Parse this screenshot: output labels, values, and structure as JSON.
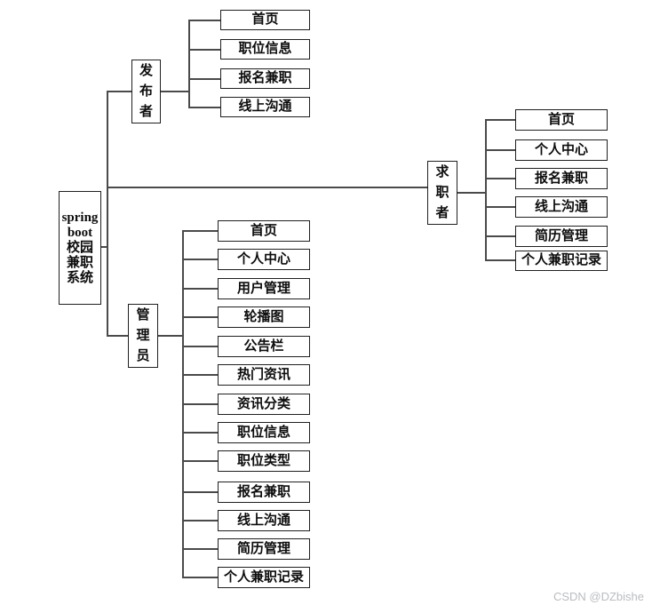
{
  "diagram": {
    "root": {
      "lines": [
        "spring",
        "boot",
        "校园",
        "兼职",
        "系统"
      ]
    },
    "roles": [
      {
        "label": "发布者",
        "children": [
          "首页",
          "职位信息",
          "报名兼职",
          "线上沟通"
        ]
      },
      {
        "label": "求职者",
        "children": [
          "首页",
          "个人中心",
          "报名兼职",
          "线上沟通",
          "简历管理",
          "个人兼职记录"
        ]
      },
      {
        "label": "管理员",
        "children": [
          "首页",
          "个人中心",
          "用户管理",
          "轮播图",
          "公告栏",
          "热门资讯",
          "资讯分类",
          "职位信息",
          "职位类型",
          "报名兼职",
          "线上沟通",
          "简历管理",
          "个人兼职记录"
        ]
      }
    ]
  },
  "watermark": {
    "text": "CSDN @DZbishe"
  },
  "colors": {
    "box_border": "#1f1f1f",
    "connector": "#4a4a4a",
    "text": "#0d0d0d",
    "watermark": "#b9bcc0",
    "background": "#ffffff"
  }
}
